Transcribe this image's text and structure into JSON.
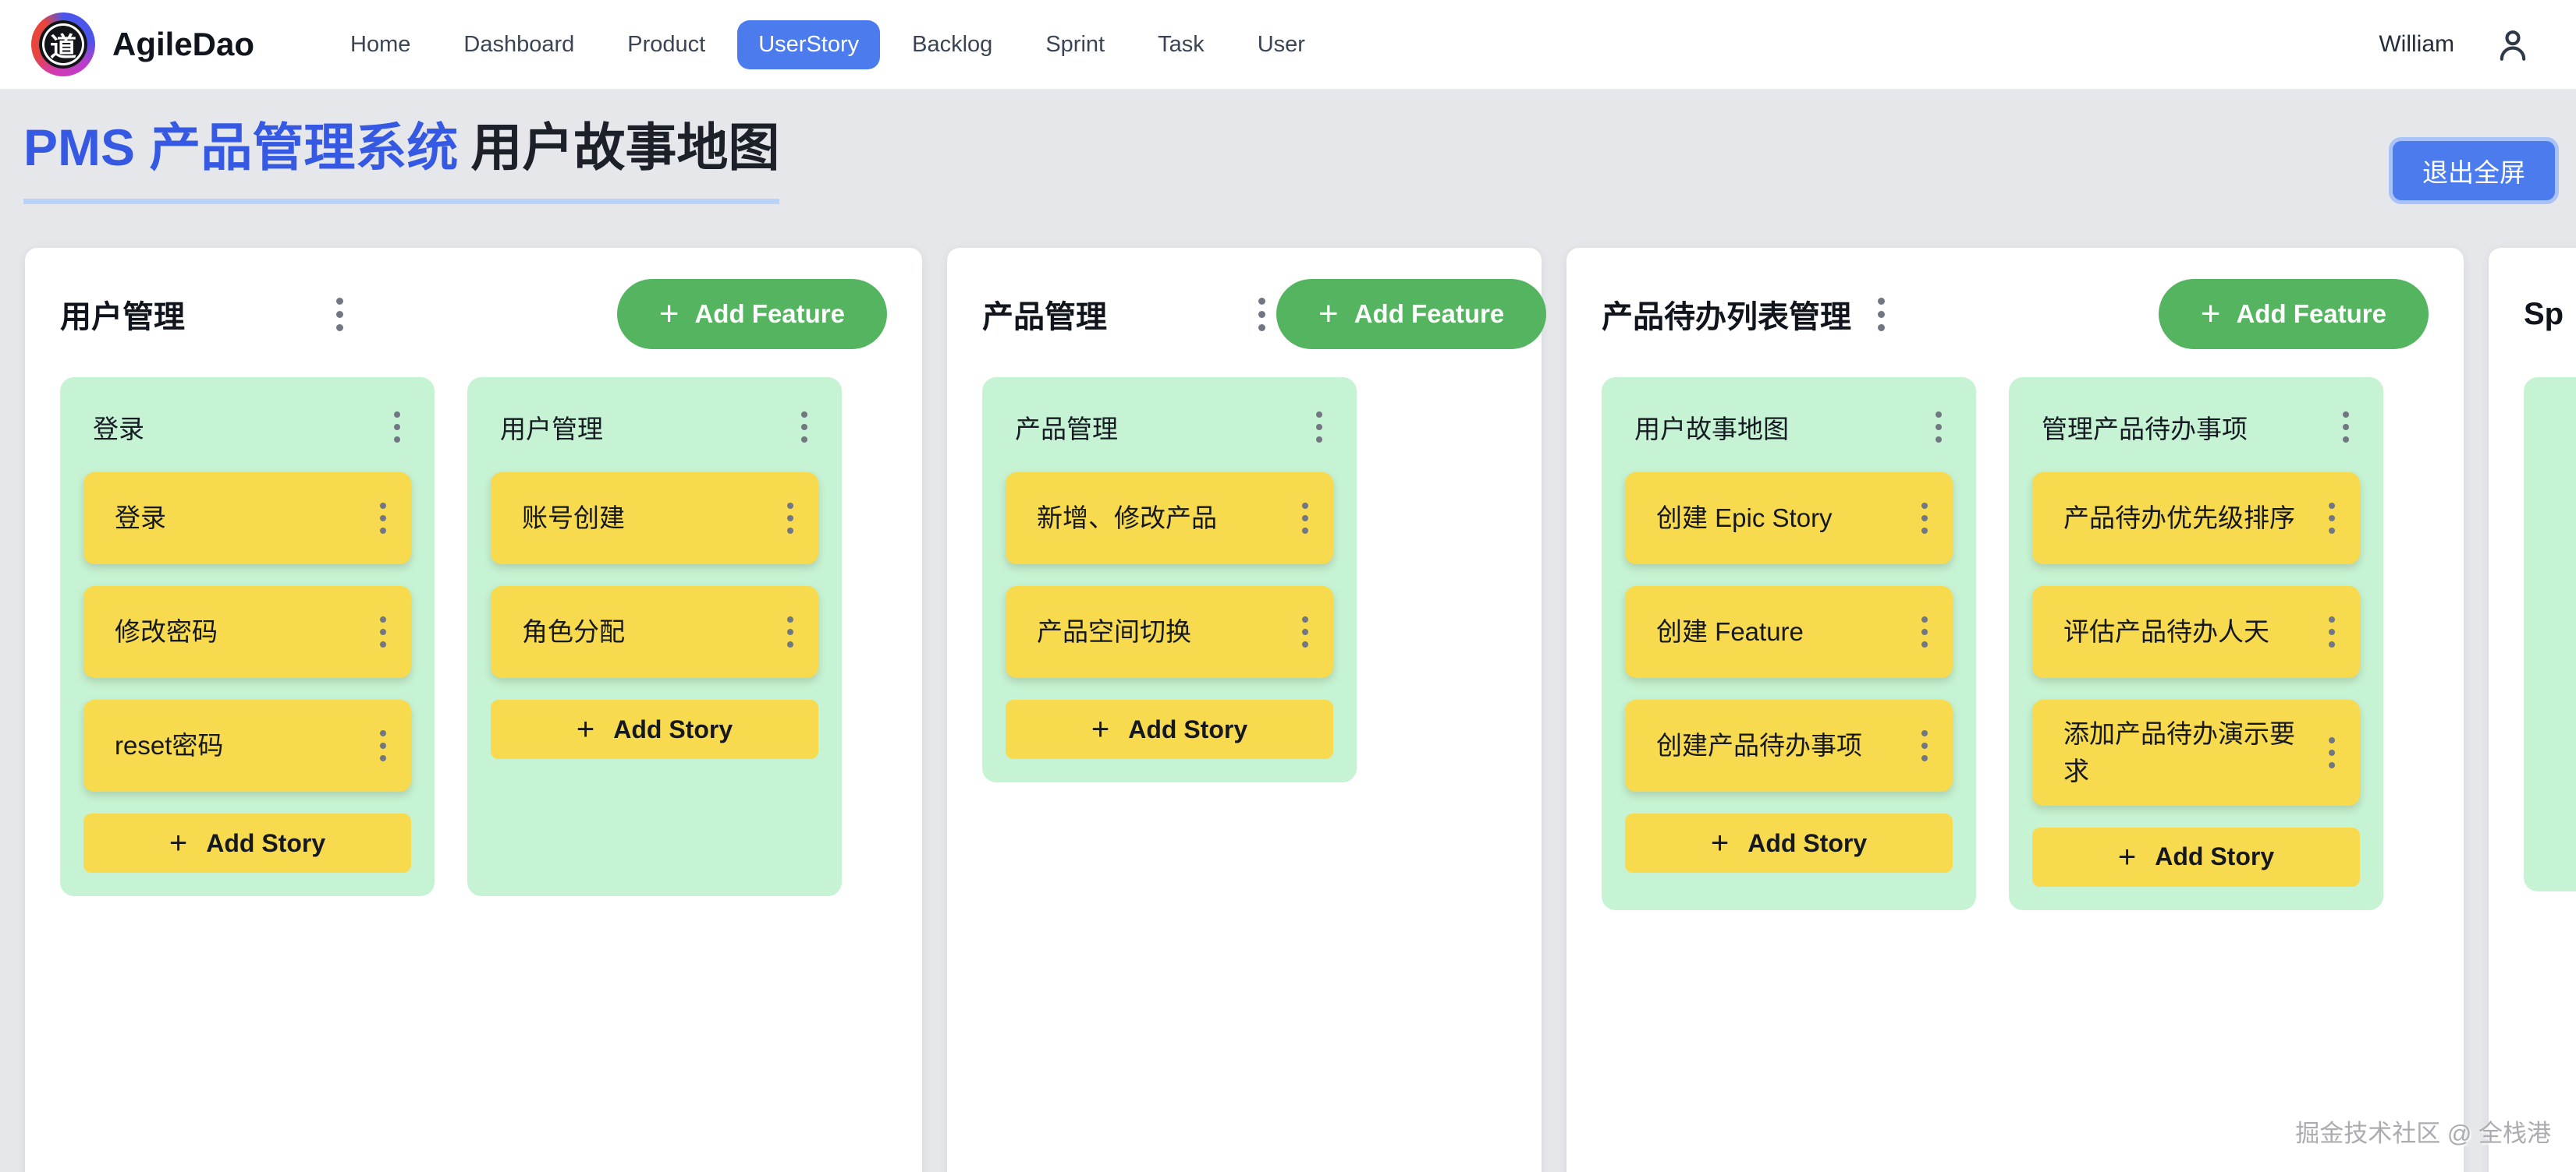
{
  "navbar": {
    "logo_char": "道",
    "brand": "AgileDao",
    "items": [
      {
        "label": "Home",
        "active": false
      },
      {
        "label": "Dashboard",
        "active": false
      },
      {
        "label": "Product",
        "active": false
      },
      {
        "label": "UserStory",
        "active": true
      },
      {
        "label": "Backlog",
        "active": false
      },
      {
        "label": "Sprint",
        "active": false
      },
      {
        "label": "Task",
        "active": false
      },
      {
        "label": "User",
        "active": false
      }
    ],
    "user_name": "William"
  },
  "header": {
    "title_primary": "PMS 产品管理系统",
    "title_secondary": "用户故事地图",
    "fullscreen_button_label": "退出全屏"
  },
  "board": {
    "plus_sign": "+",
    "add_feature_label": "Add Feature",
    "add_story_label": "Add Story",
    "epics": [
      {
        "title": "用户管理",
        "partial": false,
        "features": [
          {
            "title": "登录",
            "stories": [
              "登录",
              "修改密码",
              "reset密码"
            ],
            "show_add_story": true
          },
          {
            "title": "用户管理",
            "stories": [
              "账号创建",
              "角色分配"
            ],
            "show_add_story": true
          }
        ]
      },
      {
        "title": "产品管理",
        "partial": false,
        "features": [
          {
            "title": "产品管理",
            "stories": [
              "新增、修改产品",
              "产品空间切换"
            ],
            "show_add_story": true
          }
        ]
      },
      {
        "title": "产品待办列表管理",
        "partial": false,
        "features": [
          {
            "title": "用户故事地图",
            "stories": [
              "创建 Epic Story",
              "创建 Feature",
              "创建产品待办事项"
            ],
            "show_add_story": true
          },
          {
            "title": "管理产品待办事项",
            "stories": [
              "产品待办优先级排序",
              "评估产品待办人天",
              "添加产品待办演示要求"
            ],
            "show_add_story": true
          }
        ]
      },
      {
        "title": "Sp",
        "partial": true,
        "features": [
          {
            "title": "",
            "stories": [],
            "show_add_story": false
          }
        ]
      }
    ]
  },
  "watermark": "掘金技术社区 @ 全栈港",
  "colors": {
    "accent_blue": "#4c7bee",
    "title_blue": "#3659e3",
    "add_feature_green": "#54b45f",
    "feature_card_green": "#c6f3d3",
    "story_yellow": "#f8da4e",
    "page_background": "#e5e7ea"
  }
}
